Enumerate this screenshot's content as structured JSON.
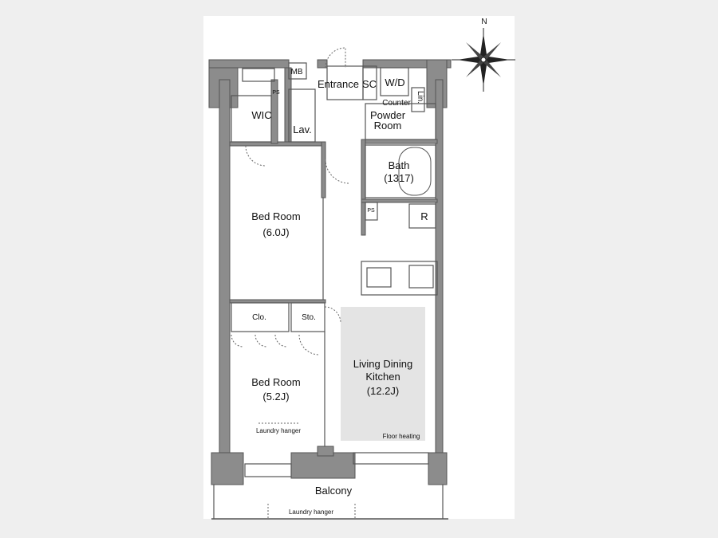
{
  "compass": {
    "north_label": "N"
  },
  "rooms": {
    "mb": "MB",
    "entrance": "Entrance",
    "sc": "SC",
    "wd": "W/D",
    "counter": "Counter",
    "linen": "Lin.",
    "wic": "WIC",
    "lav": "Lav.",
    "powder_room_1": "Powder",
    "powder_room_2": "Room",
    "bath": "Bath",
    "bath_size": "(1317)",
    "ps_1": "PS",
    "ps_2": "PS",
    "refrigerator": "R",
    "bedroom1": "Bed Room",
    "bedroom1_size": "(6.0J)",
    "closet": "Clo.",
    "storage": "Sto.",
    "bedroom2": "Bed Room",
    "bedroom2_size": "(5.2J)",
    "ldk_1": "Living Dining",
    "ldk_2": "Kitchen",
    "ldk_size": "(12.2J)",
    "floor_heating": "Floor heating",
    "laundry_hanger_bedroom": "Laundry hanger",
    "balcony": "Balcony",
    "laundry_hanger_balcony": "Laundry hanger"
  }
}
